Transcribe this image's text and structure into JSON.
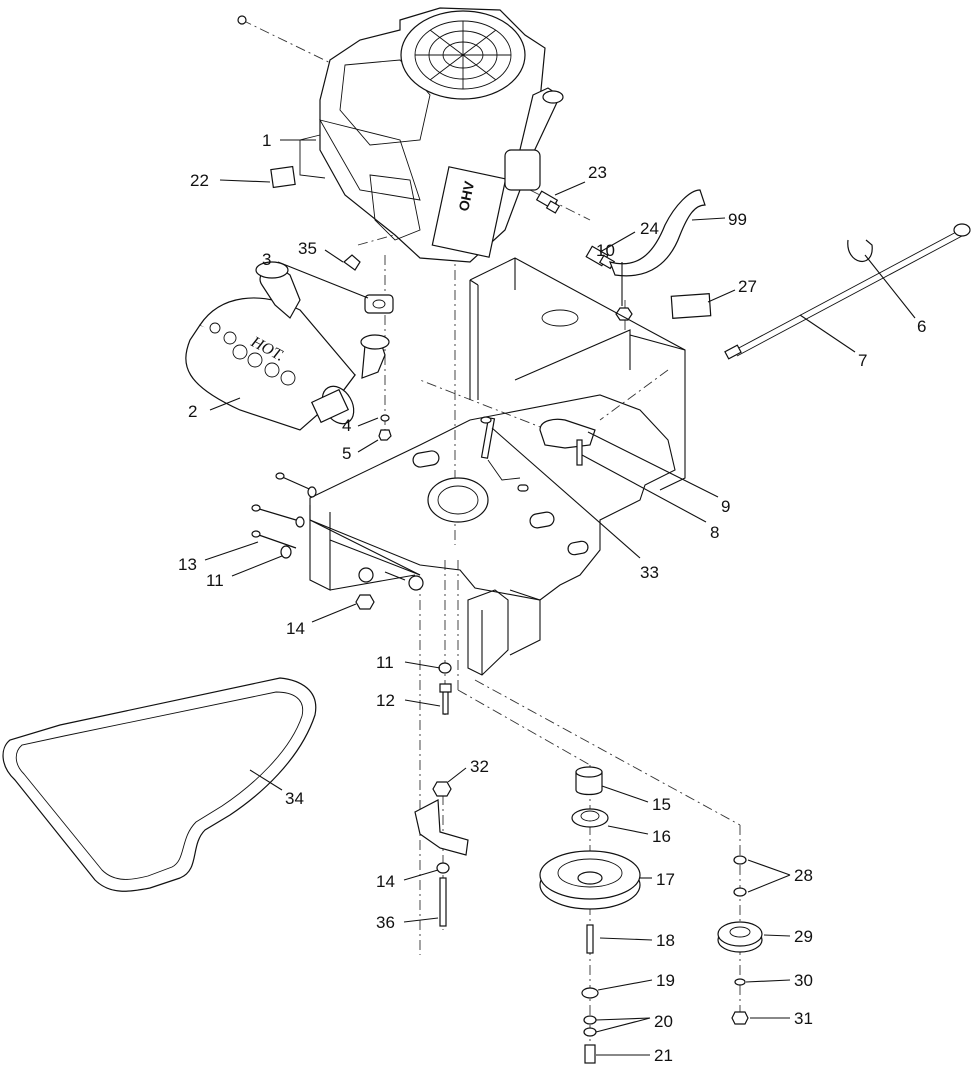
{
  "labels": {
    "l1": "1",
    "l2": "2",
    "l3": "3",
    "l4": "4",
    "l5": "5",
    "l6": "6",
    "l7": "7",
    "l8": "8",
    "l9": "9",
    "l10": "10",
    "l11a": "11",
    "l11b": "11",
    "l12": "12",
    "l13": "13",
    "l14a": "14",
    "l14b": "14",
    "l15": "15",
    "l16": "16",
    "l17": "17",
    "l18": "18",
    "l19": "19",
    "l20": "20",
    "l21": "21",
    "l22": "22",
    "l23": "23",
    "l24": "24",
    "l27": "27",
    "l28": "28",
    "l29": "29",
    "l30": "30",
    "l31": "31",
    "l32": "32",
    "l33": "33",
    "l34": "34",
    "l35": "35",
    "l36": "36",
    "l99": "99"
  },
  "engine_label": "OHV",
  "muffler_text": "HOT."
}
